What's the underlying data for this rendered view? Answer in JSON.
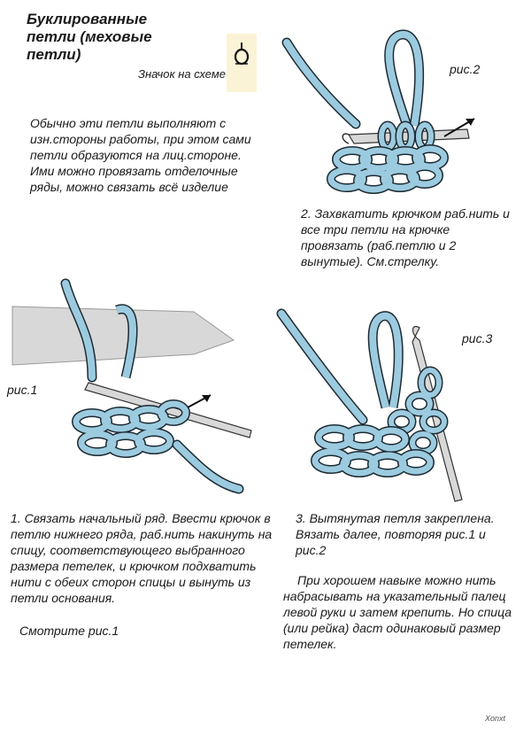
{
  "title": "Буклированные петли (меховые петли)",
  "symbol": {
    "label": "Значок на схеме",
    "icon": "loop-symbol-icon"
  },
  "intro": "Обычно эти петли выполняют с изн.стороны работы, при этом сами петли образуются на лиц.стороне. Ими можно провязать отделочные ряды, можно связать всё изделие",
  "figures": {
    "fig1": "рис.1",
    "fig2": "рис.2",
    "fig3": "рис.3"
  },
  "steps": {
    "step1": "1. Связать начальный ряд. Ввести крючок в петлю нижнего ряда, раб.нить накинуть на спицу, соответствующего выбранного размера петелек, и крючком подхватить нити с обеих сторон спицы и вынуть из петли основания.",
    "step1_ref": "Смотрите рис.1",
    "step2": "2. Захвкатить крючком раб.нить и все три петли на крючке провязать (раб.петлю и 2 вынутые). См.стрелку.",
    "step3": "3. Вытянутая петля закреплена. Вязать далее, повторяя рис.1 и рис.2",
    "tip": "При хорошем навыке можно нить набрасывать на указательный палец левой руки и затем крепить. Но спица (или рейка) даст одинаковый размер петелек."
  },
  "signature": "Xonxt",
  "colors": {
    "yarn": "#9ccbe0",
    "yarn_outline": "#1d2b33",
    "needle": "#d8d8d8",
    "symbol_bg": "#fbf3d6"
  }
}
